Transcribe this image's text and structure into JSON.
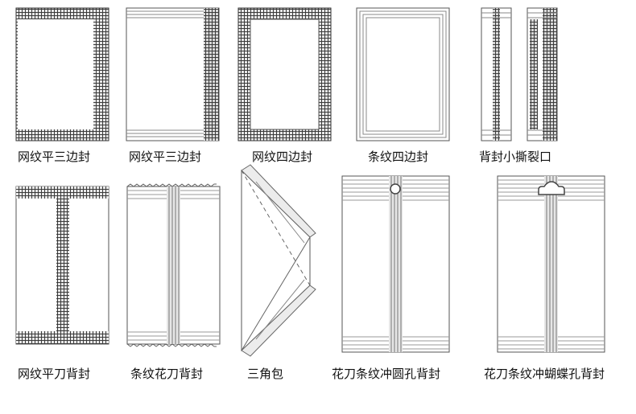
{
  "colors": {
    "line": "#444444",
    "mesh_bg": "#3b3b3b",
    "mesh_grid": "#ffffff",
    "stripe_dark": "#777777",
    "stripe_light": "#cfcfcf",
    "caption": "#111111"
  },
  "bags": [
    {
      "id": "mesh-three-side-1",
      "label": "网纹平三边封",
      "seal": "mesh",
      "style": "three-side"
    },
    {
      "id": "mesh-three-side-2",
      "label": "网纹平三边封",
      "seal": "mesh",
      "style": "three-side-right"
    },
    {
      "id": "mesh-four-side",
      "label": "网纹四边封",
      "seal": "mesh",
      "style": "four-side"
    },
    {
      "id": "stripe-four-side",
      "label": "条纹四边封",
      "seal": "stripe",
      "style": "four-side"
    },
    {
      "id": "back-seal-tear",
      "label": "背封小撕裂口",
      "seal": "mixed",
      "style": "back-seal-small"
    },
    {
      "id": "mesh-flat-back",
      "label": "网纹平刀背封",
      "seal": "mesh",
      "style": "back-seal"
    },
    {
      "id": "stripe-flower-back",
      "label": "条纹花刀背封",
      "seal": "stripe",
      "style": "back-seal"
    },
    {
      "id": "triangle-bag",
      "label": "三角包",
      "seal": "stripe",
      "style": "triangle"
    },
    {
      "id": "round-hole-back",
      "label": "花刀条纹冲圆孔背封",
      "seal": "stripe",
      "style": "round-hole"
    },
    {
      "id": "butterfly-hole-back",
      "label": "花刀条纹冲蝴蝶孔背封",
      "seal": "stripe",
      "style": "butterfly-hole"
    }
  ]
}
